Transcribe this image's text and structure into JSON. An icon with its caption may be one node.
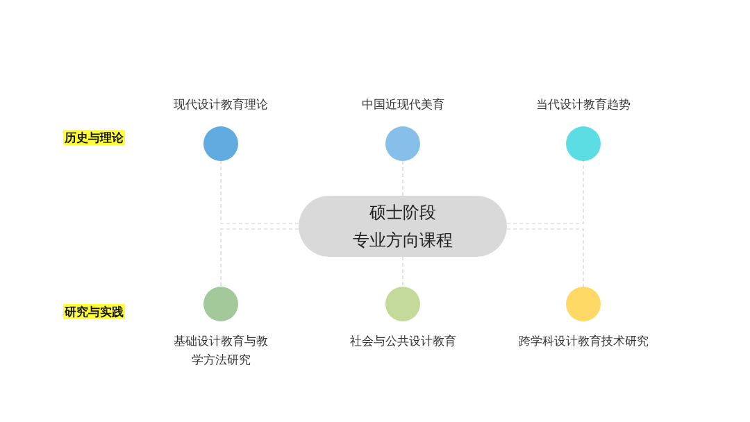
{
  "diagram": {
    "nodes": [
      {
        "text": [
          "硕士阶段",
          "专业方向课程"
        ]
      },
      {
        "text": [],
        "shape": "circle",
        "beside": [
          "现代设计教育理论"
        ]
      },
      {
        "text": [],
        "shape": "circle",
        "beside": [
          "中国近现代美育"
        ]
      },
      {
        "text": [],
        "shape": "circle",
        "beside": [
          "当代设计教育趋势"
        ]
      },
      {
        "text": [],
        "shape": "circle",
        "beside": [
          "基础设计教育与教学方法研究"
        ]
      },
      {
        "text": [],
        "shape": "circle",
        "beside": [
          "社会与公共设计教育"
        ]
      },
      {
        "text": [],
        "shape": "circle",
        "beside": [
          "跨学科设计教育技术研究"
        ]
      }
    ],
    "edges": [
      {
        "from": 0,
        "to": 1,
        "arrow": "none",
        "style": "dashed"
      },
      {
        "from": 0,
        "to": 2,
        "arrow": "none",
        "style": "dashed"
      },
      {
        "from": 0,
        "to": 3,
        "arrow": "none",
        "style": "dashed"
      },
      {
        "from": 0,
        "to": 4,
        "arrow": "none",
        "style": "dashed"
      },
      {
        "from": 0,
        "to": 5,
        "arrow": "none",
        "style": "dashed"
      },
      {
        "from": 0,
        "to": 6,
        "arrow": "none",
        "style": "dashed"
      }
    ],
    "labels": [
      "历史与理论",
      "研究与实践"
    ]
  }
}
